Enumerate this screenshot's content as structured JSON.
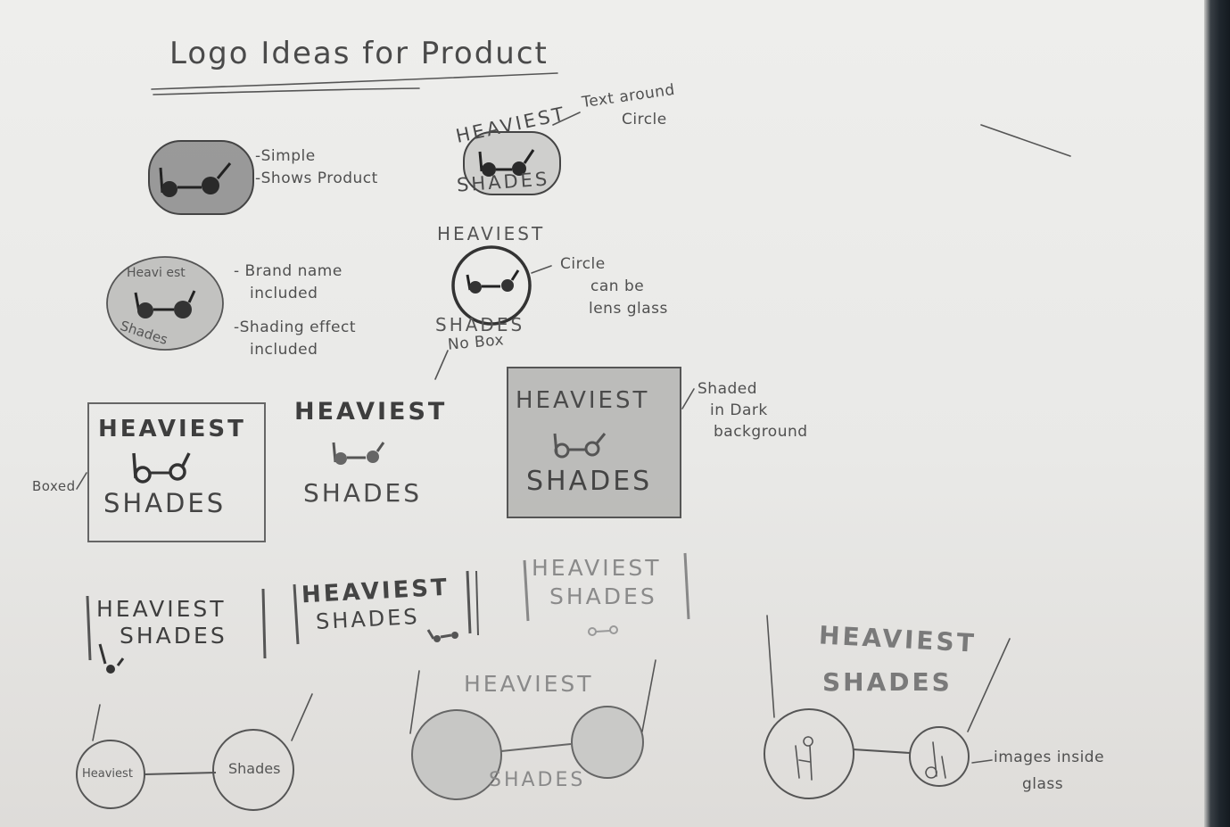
{
  "page": {
    "title": "Logo Ideas for Product",
    "ink_color": "#4e4e4e",
    "paper_color": "#ececea"
  },
  "notes": {
    "n1_line1": "-Simple",
    "n1_line2": "-Shows Product",
    "n2_line1": "Text around",
    "n2_line2": "Circle",
    "n3_line1": "- Brand name",
    "n3_line2": "included",
    "n3_line3": "-Shading effect",
    "n3_line4": "included",
    "n4_line1": "Circle",
    "n4_line2": "can be",
    "n4_line3": "lens glass",
    "n5": "No Box",
    "n6_line1": "Shaded",
    "n6_line2": "in Dark",
    "n6_line3": "background",
    "n7": "Boxed",
    "n8_line1": "images inside",
    "n8_line2": "glass"
  },
  "logos": {
    "word1": "HEAVIEST",
    "word2": "SHADES",
    "lower1": "Heaviest",
    "lower2": "Shades",
    "circle_top": "HEAVIEST",
    "circle_bottom": "SHADES",
    "s4_top": "Heavi est",
    "s4_bottom": "Shades",
    "glyph": "b-d"
  }
}
